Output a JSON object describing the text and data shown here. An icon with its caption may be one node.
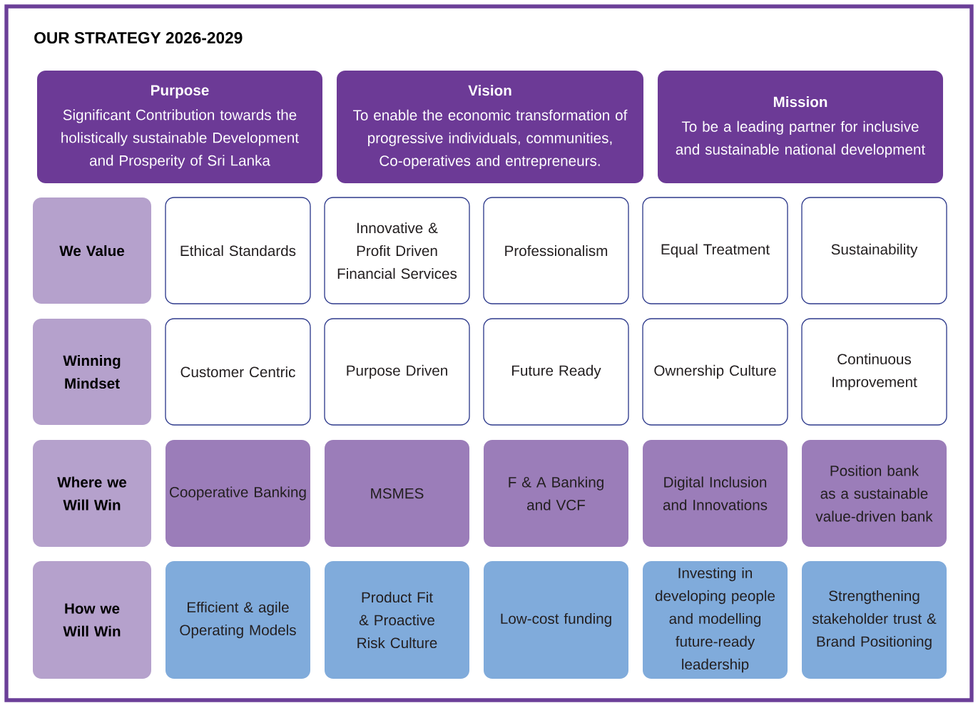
{
  "diagram": {
    "title": "OUR STRATEGY 2026-2029",
    "nodes": [
      {
        "text": [
          "Purpose",
          "Significant Contribution towards the holistically sustainable Development and Prosperity of Sri Lanka"
        ]
      },
      {
        "text": [
          "Vision",
          "To enable the economic transformation of progressive individuals, communities, Co-operatives and entrepreneurs."
        ]
      },
      {
        "text": [
          "Mission",
          "To be a leading partner for inclusive and sustainable national development"
        ]
      },
      {
        "text": [
          "We Value"
        ]
      },
      {
        "text": [
          "Ethical Standards"
        ]
      },
      {
        "text": [
          "Innovative & Profit Driven Financial Services"
        ]
      },
      {
        "text": [
          "Professionalism"
        ]
      },
      {
        "text": [
          "Equal Treatment"
        ]
      },
      {
        "text": [
          "Sustainability"
        ]
      },
      {
        "text": [
          "Winning Mindset"
        ]
      },
      {
        "text": [
          "Customer Centric"
        ]
      },
      {
        "text": [
          "Purpose Driven"
        ]
      },
      {
        "text": [
          "Future Ready"
        ]
      },
      {
        "text": [
          "Ownership Culture"
        ]
      },
      {
        "text": [
          "Continuous Improvement"
        ]
      },
      {
        "text": [
          "Where we Will Win"
        ]
      },
      {
        "text": [
          "Cooperative Banking"
        ]
      },
      {
        "text": [
          "MSMES"
        ]
      },
      {
        "text": [
          "F & A Banking and VCF"
        ]
      },
      {
        "text": [
          "Digital Inclusion and Innovations"
        ]
      },
      {
        "text": [
          "Position bank as a sustainable value-driven bank"
        ]
      },
      {
        "text": [
          "How we Will Win"
        ]
      },
      {
        "text": [
          "Efficient & agile Operating Models"
        ]
      },
      {
        "text": [
          "Product Fit & Proactive Risk Culture"
        ]
      },
      {
        "text": [
          "Low-cost funding"
        ]
      },
      {
        "text": [
          "Investing in developing people and modelling future-ready leadership"
        ]
      },
      {
        "text": [
          "Strengthening stakeholder trust & Brand Positioning"
        ]
      }
    ]
  }
}
